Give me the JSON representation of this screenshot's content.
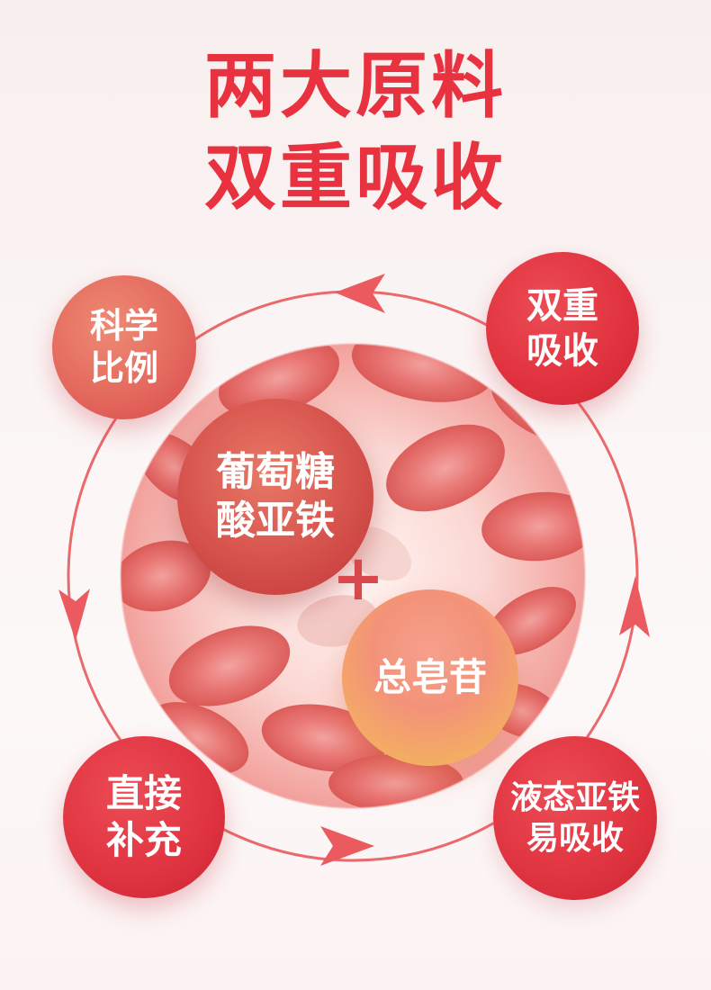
{
  "title": {
    "line1": "两大原料",
    "line2": "双重吸收"
  },
  "corners": {
    "top_left": {
      "line1": "科学",
      "line2": "比例"
    },
    "top_right": {
      "line1": "双重",
      "line2": "吸收"
    },
    "bottom_left": {
      "line1": "直接",
      "line2": "补充"
    },
    "bottom_right": {
      "line1": "液态亚铁",
      "line2": "易吸收"
    }
  },
  "ingredients": {
    "glucose": {
      "line1": "葡萄糖",
      "line2": "酸亚铁"
    },
    "plus": "+",
    "saponin": "总皂苷"
  },
  "colors": {
    "accent": "#e83240",
    "ring": "#ea5a5e",
    "cell": "#ef8a88"
  }
}
